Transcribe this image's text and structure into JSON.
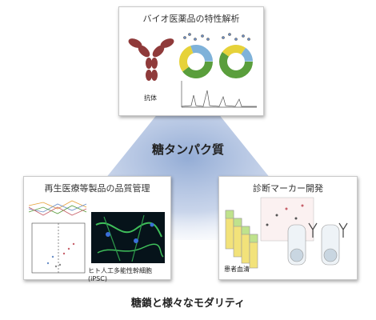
{
  "center_label": "糖タンパク質",
  "footer_label": "糖鎖と様々なモダリティ",
  "top_card": {
    "title": "バイオ医薬品の特性解析",
    "antibody_label": "抗体"
  },
  "left_card": {
    "title": "再生医療等製品の品質管理",
    "ipsc_label": "ヒト人工多能性幹細胞(iPSC)"
  },
  "right_card": {
    "title": "診断マーカー開発",
    "serum_label": "患者血清"
  },
  "colors": {
    "antibody": "#8f3a3a",
    "glow": "#9db3d7",
    "donut_green": "#5a9e3c",
    "donut_yellow": "#e6d23a",
    "donut_blue": "#7fb2d9",
    "tube_yellow": "#f2e27a",
    "tube_green": "#bfe28c"
  }
}
